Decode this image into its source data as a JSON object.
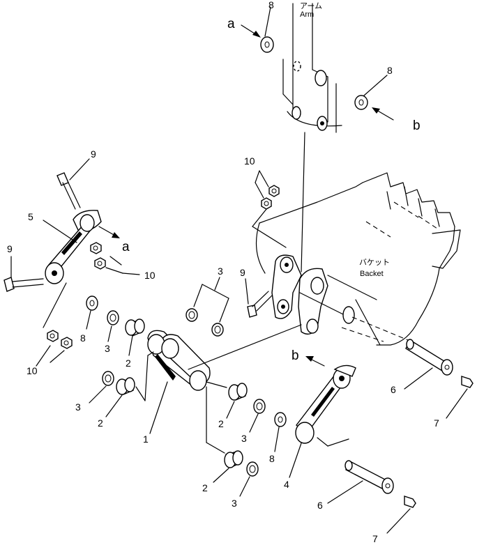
{
  "labels": {
    "arm_jp": "アーム",
    "arm": "Arm",
    "bucket_jp": "バケット",
    "bucket": "Backet"
  },
  "arrow_marks": {
    "a": "a",
    "b": "b"
  },
  "part_numbers": {
    "link": "1",
    "bushing": "2",
    "seal": "3",
    "link_rod": "4",
    "link_rod_alt": "5",
    "pin": "6",
    "grease_fitting": "7",
    "shim": "8",
    "bolt": "9",
    "nut": "10"
  }
}
